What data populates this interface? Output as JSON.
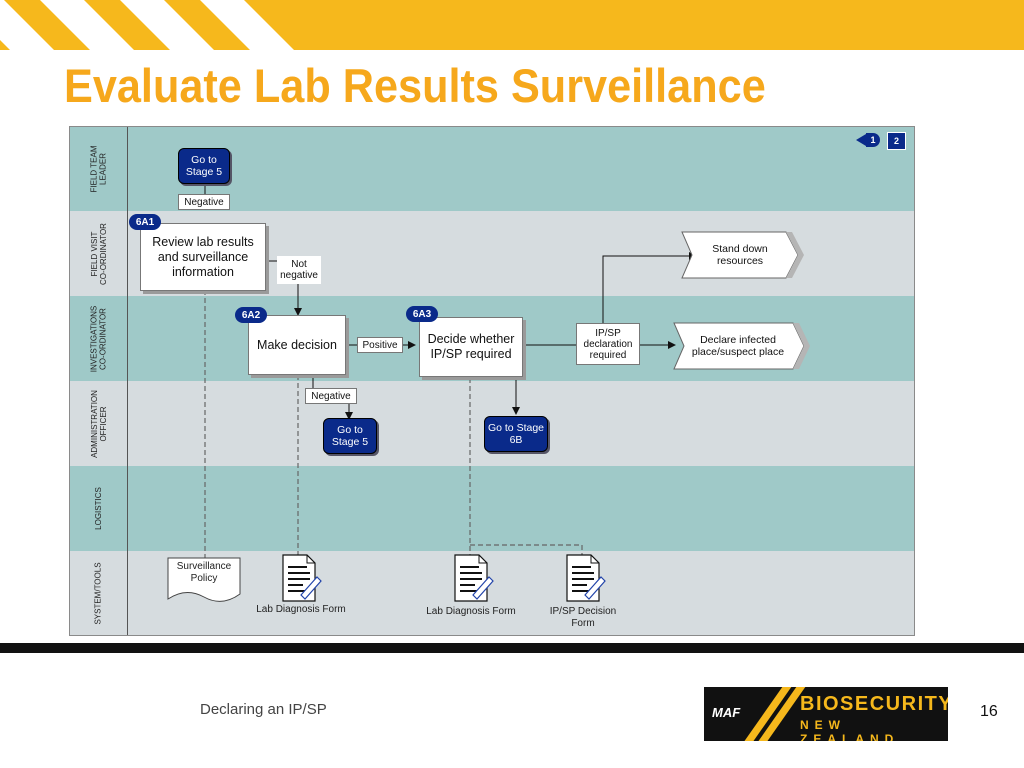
{
  "slide": {
    "title": "Evaluate Lab Results Surveillance",
    "footer": "Declaring an IP/SP",
    "page_number": "16"
  },
  "colors": {
    "accent": "#f6b81c",
    "title": "#f6a81c",
    "node_blue": "#0a2a8a",
    "lane_teal": "#9fc9c8",
    "lane_grey": "#d6dcdf"
  },
  "lanes": [
    {
      "label": "FIELD TEAM\nLEADER"
    },
    {
      "label": "FIELD VISIT\nCO-ORDINATOR"
    },
    {
      "label": "INVESTIGATIONS\nCO-ORDINATOR"
    },
    {
      "label": "ADMINISTRATION\nOFFICER"
    },
    {
      "label": "LOGISTICS"
    },
    {
      "label": "SYSTEM/TOOLS"
    }
  ],
  "nav": {
    "page1": "1",
    "page2": "2"
  },
  "nodes": {
    "n6a1": {
      "id": "6A1",
      "text": "Review lab results and surveillance information"
    },
    "n6a2": {
      "id": "6A2",
      "text": "Make decision"
    },
    "n6a3": {
      "id": "6A3",
      "text": "Decide whether IP/SP required"
    },
    "goto_stage5_top": "Go to Stage 5",
    "goto_stage5_admin": "Go to Stage 5",
    "goto_stage6b": "Go to Stage 6B",
    "stand_down": "Stand down resources",
    "declare_infected": "Declare infected place/suspect place"
  },
  "edge_labels": {
    "negative_top": "Negative",
    "not_negative": "Not negative",
    "positive": "Positive",
    "negative_admin": "Negative",
    "ipsp_declaration": "IP/SP declaration required"
  },
  "tools": {
    "surveillance_policy": "Surveillance Policy",
    "lab_form_1": "Lab Diagnosis Form",
    "lab_form_2": "Lab Diagnosis Form",
    "ipsp_form": "IP/SP Decision Form"
  },
  "logo": {
    "maf": "MAF",
    "line1": "BIOSECURITY",
    "line2": "NEW ZEALAND"
  }
}
